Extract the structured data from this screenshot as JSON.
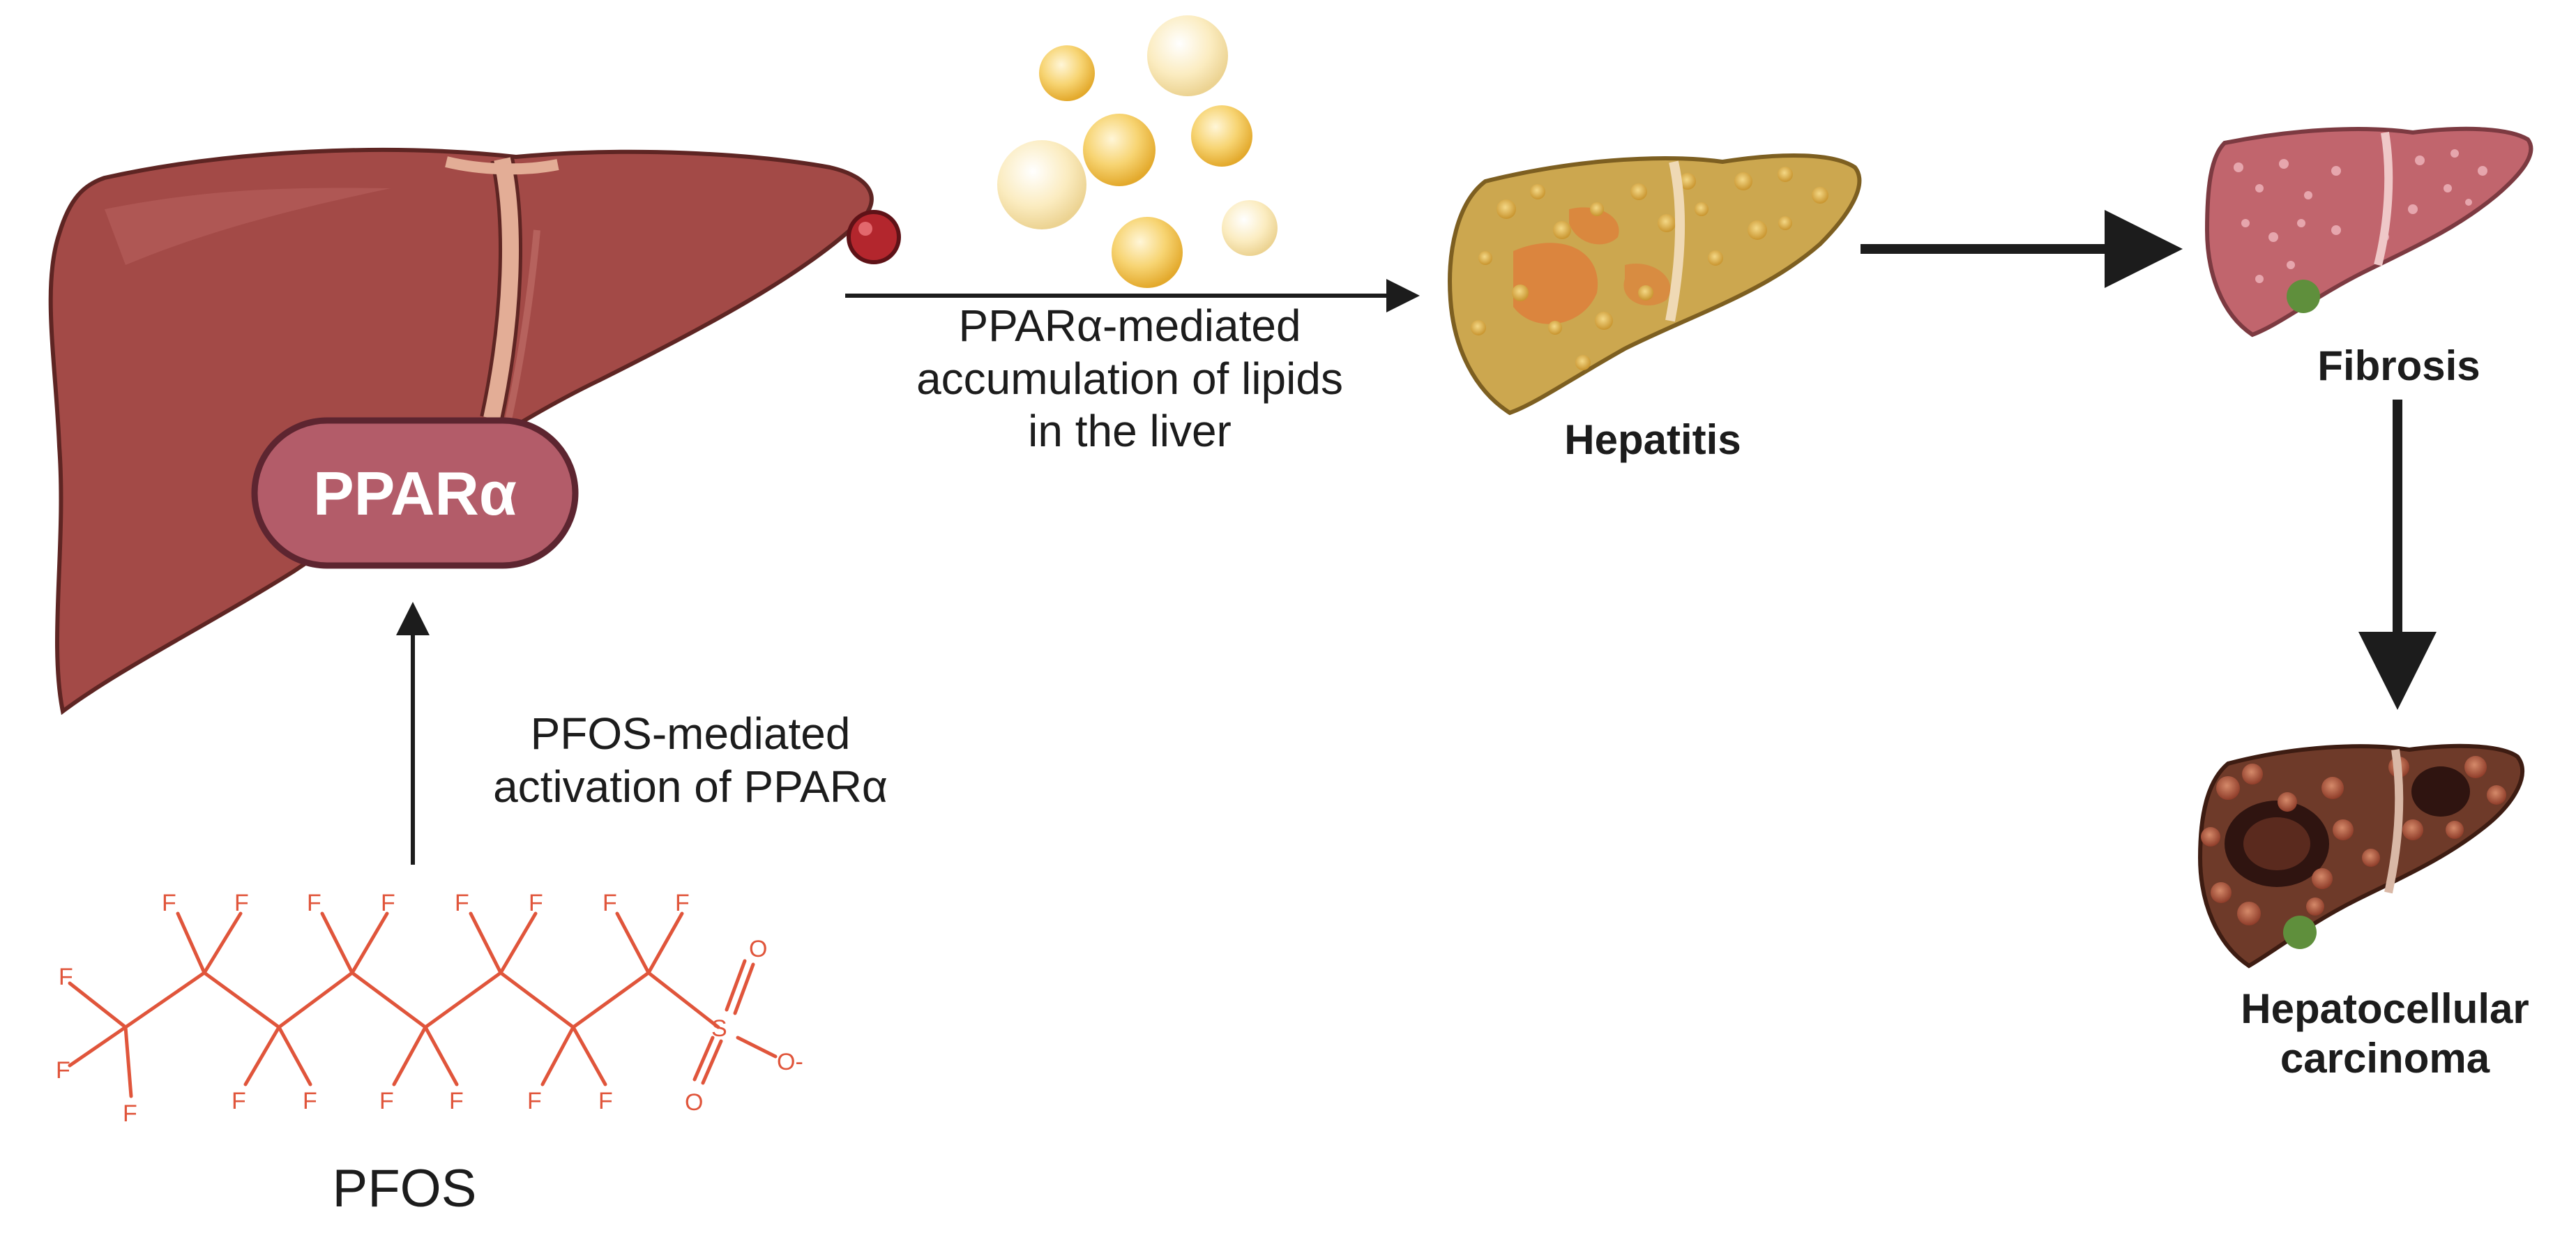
{
  "colors": {
    "liver_healthy": "#a34a47",
    "ppar_badge": "#b35c69",
    "lipid": "#f0c04a",
    "molecule": "#e0553b",
    "arrow": "#1c1c1c"
  },
  "icons": [
    "healthy-liver-icon",
    "lipid-droplets-icon",
    "fatty-liver-icon",
    "fibrotic-liver-icon",
    "cancerous-liver-icon",
    "pfos-structure-icon"
  ],
  "ppar_badge_label": "PPARα",
  "labels": {
    "lipid_step_line1": "PPARα-mediated",
    "lipid_step_line2": "accumulation of lipids",
    "lipid_step_line3": "in the liver",
    "activation_line1": "PFOS-mediated",
    "activation_line2": "activation of PPARα",
    "hepatitis": "Hepatitis",
    "fibrosis": "Fibrosis",
    "hcc_line1": "Hepatocellular",
    "hcc_line2": "carcinoma",
    "pfos": "PFOS"
  },
  "molecule": {
    "fluorine": "F",
    "sulfur": "S",
    "oxygen": "O",
    "oxide": "O-"
  }
}
